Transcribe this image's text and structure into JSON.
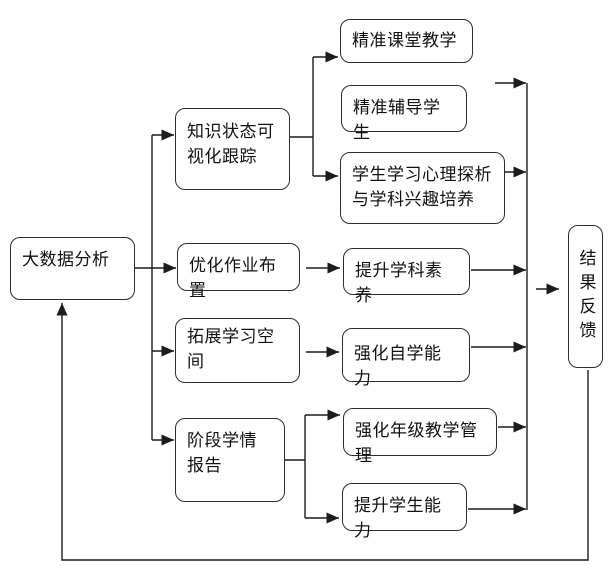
{
  "diagram": {
    "type": "flowchart",
    "nodes": {
      "bigdata": {
        "label": "大数据分析"
      },
      "knowledge": {
        "label": "知识状态可视化跟踪"
      },
      "homework": {
        "label": "优化作业布置"
      },
      "space": {
        "label": "拓展学习空间"
      },
      "report": {
        "label": "阶段学情报告"
      },
      "classroom": {
        "label": "精准课堂教学"
      },
      "tutoring": {
        "label": "精准辅导学生"
      },
      "psychology": {
        "label": "学生学习心理探析与学科兴趣培养"
      },
      "literacy": {
        "label": "提升学科素养"
      },
      "selfstudy": {
        "label": "强化自学能力"
      },
      "management": {
        "label": "强化年级教学管理"
      },
      "ability": {
        "label": "提升学生能力"
      },
      "feedback": {
        "label": "结果反馈"
      }
    },
    "edges": [
      {
        "from": "bigdata",
        "to": "knowledge"
      },
      {
        "from": "bigdata",
        "to": "homework"
      },
      {
        "from": "bigdata",
        "to": "space"
      },
      {
        "from": "bigdata",
        "to": "report"
      },
      {
        "from": "knowledge",
        "to": "classroom"
      },
      {
        "from": "knowledge",
        "to": "psychology"
      },
      {
        "from": "homework",
        "to": "literacy"
      },
      {
        "from": "space",
        "to": "selfstudy"
      },
      {
        "from": "report",
        "to": "management"
      },
      {
        "from": "report",
        "to": "ability"
      },
      {
        "from": "classroom / tutoring",
        "to": "collector-line"
      },
      {
        "from": "psychology",
        "to": "collector-line"
      },
      {
        "from": "literacy",
        "to": "collector-line"
      },
      {
        "from": "selfstudy",
        "to": "collector-line"
      },
      {
        "from": "management",
        "to": "collector-line"
      },
      {
        "from": "ability",
        "to": "collector-line"
      },
      {
        "from": "collector-line",
        "to": "feedback"
      },
      {
        "from": "feedback",
        "to": "bigdata"
      }
    ],
    "colors": {
      "node_border": "#2e2e2e",
      "connector": "#1c1c1c",
      "background": "#ffffff"
    }
  }
}
